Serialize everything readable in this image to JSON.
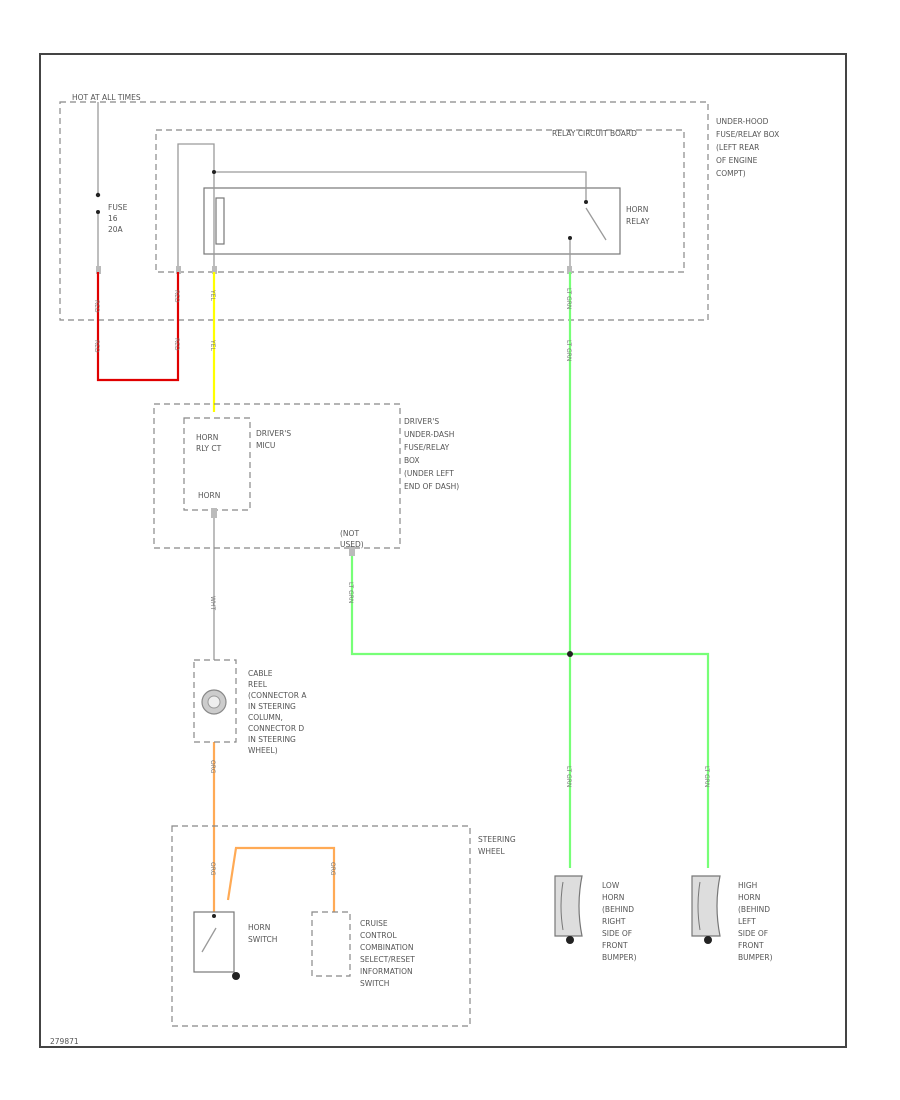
{
  "colors": {
    "wire_red": "#e00000",
    "wire_yellow": "#ffff00",
    "wire_green": "#77ff77",
    "wire_orange": "#ffaa55",
    "wire_gray": "#9a9a9a"
  },
  "labels": {
    "hot_at_all_times": "HOT AT ALL TIMES",
    "fuse": [
      "FUSE",
      "16",
      "20A"
    ],
    "relay_circuit_board": "RELAY CIRCUIT BOARD",
    "under_hood_box": [
      "UNDER-HOOD",
      "FUSE/RELAY BOX",
      "(LEFT REAR",
      "OF ENGINE",
      "COMPT)"
    ],
    "horn_relay": [
      "HORN",
      "RELAY"
    ],
    "drivers_box": [
      "DRIVER'S",
      "UNDER-DASH",
      "FUSE/RELAY",
      "BOX",
      "(UNDER LEFT",
      "END OF DASH)"
    ],
    "drivers_mcu": [
      "DRIVER'S",
      "MICU"
    ],
    "horn_rly_ct": [
      "HORN",
      "RLY CT"
    ],
    "horn": "HORN",
    "not_used": [
      "(NOT",
      "USED)"
    ],
    "cable_reel": [
      "CABLE",
      "REEL",
      "(CONNECTOR A",
      "IN STEERING",
      "COLUMN,",
      "CONNECTOR D",
      "IN STEERING",
      "WHEEL)"
    ],
    "steering_wheel": [
      "STEERING",
      "WHEEL"
    ],
    "horn_switch": [
      "HORN",
      "SWITCH"
    ],
    "cruise_switch": [
      "CRUISE",
      "CONTROL",
      "COMBINATION",
      "SELECT/RESET",
      "INFORMATION",
      "SWITCH"
    ],
    "low_horn": [
      "LOW",
      "HORN",
      "(BEHIND",
      "RIGHT",
      "SIDE OF",
      "FRONT",
      "BUMPER)"
    ],
    "high_horn": [
      "HIGH",
      "HORN",
      "(BEHIND",
      "LEFT",
      "SIDE OF",
      "FRONT",
      "BUMPER)"
    ],
    "figure_id": "279871"
  },
  "wire_labels": {
    "red_1": "RED",
    "red_2": "RED",
    "yel_1": "YEL",
    "yel_2": "YEL",
    "grn_1": "LT GRN",
    "grn_2": "LT GRN",
    "grn_3": "LT GRN",
    "grn_4": "LT GRN",
    "grn_5": "LT GRN",
    "wht": "WHT",
    "org_1": "ORG",
    "org_2": "ORG",
    "org_3": "ORG"
  }
}
